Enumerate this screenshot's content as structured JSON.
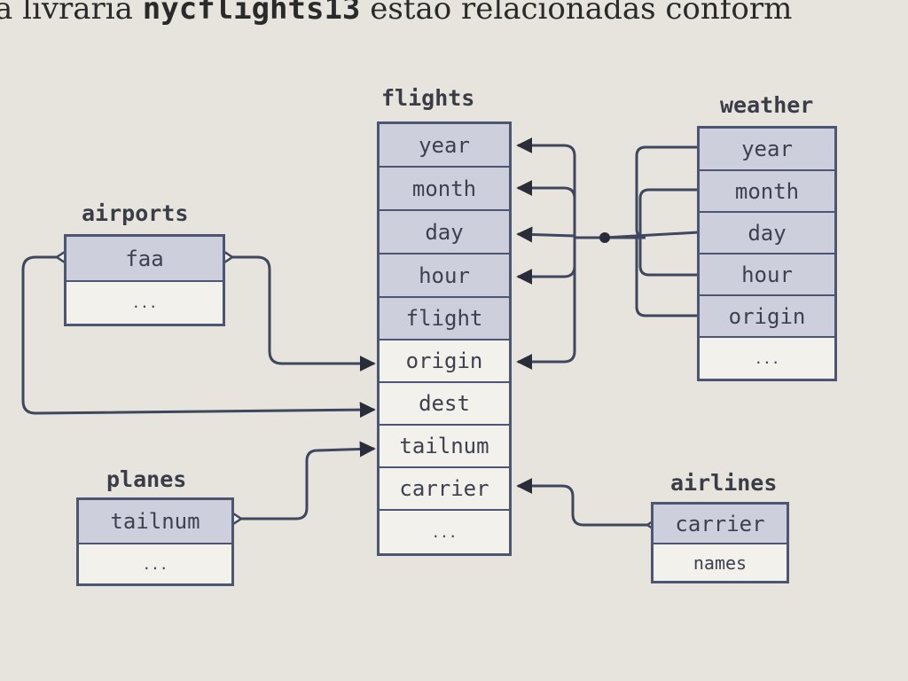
{
  "header": {
    "text_before": "a livraria ",
    "code": "nycflights13",
    "text_after": " estão relacionadas conform"
  },
  "tables": {
    "flights": {
      "name": "flights",
      "fields": [
        "year",
        "month",
        "day",
        "hour",
        "flight",
        "origin",
        "dest",
        "tailnum",
        "carrier",
        "..."
      ]
    },
    "weather": {
      "name": "weather",
      "fields": [
        "year",
        "month",
        "day",
        "hour",
        "origin",
        "..."
      ]
    },
    "airports": {
      "name": "airports",
      "fields": [
        "faa",
        "..."
      ]
    },
    "planes": {
      "name": "planes",
      "fields": [
        "tailnum",
        "..."
      ]
    },
    "airlines": {
      "name": "airlines",
      "fields": [
        "carrier",
        "names"
      ]
    }
  },
  "colors": {
    "key_fill": "#cdd0dc",
    "border": "#4c5672",
    "background": "#e6e4dc"
  }
}
